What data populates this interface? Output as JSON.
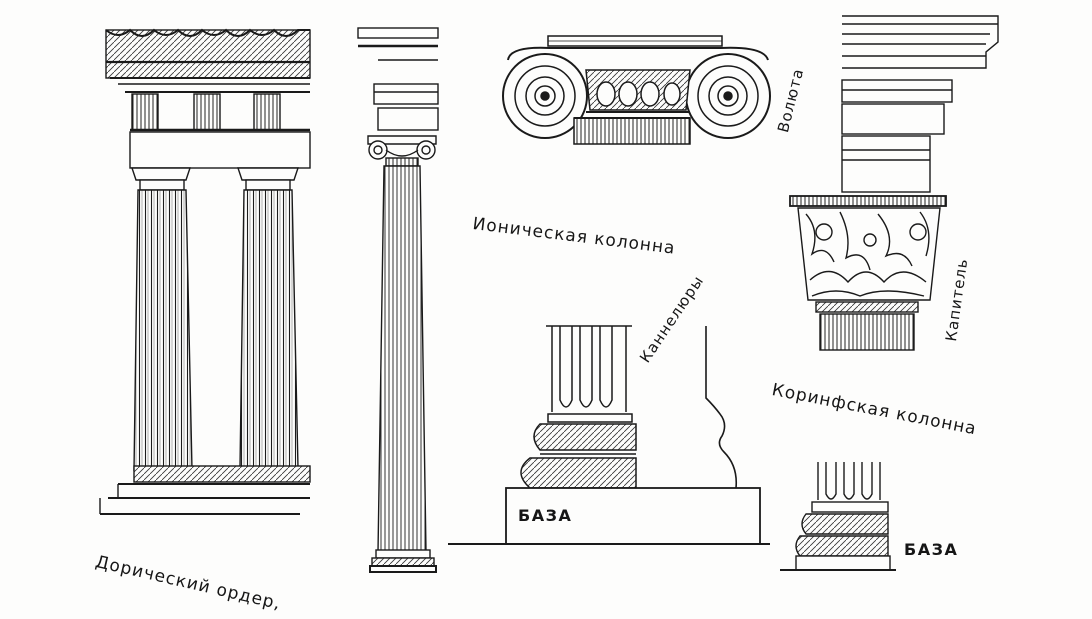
{
  "labels": {
    "doric_order": "Дорический ордер,",
    "ionic_column": "Ионическая колонна",
    "volute": "Волюта",
    "flutes": "Каннелюры",
    "base_ionic": "БАЗА",
    "capital": "Капитель",
    "corinthian_column": "Коринфская колонна",
    "base_corinthian": "БАЗА"
  },
  "colors": {
    "ink": "#161616",
    "paper": "#fdfdfc",
    "shade": "#8a8a8a"
  }
}
